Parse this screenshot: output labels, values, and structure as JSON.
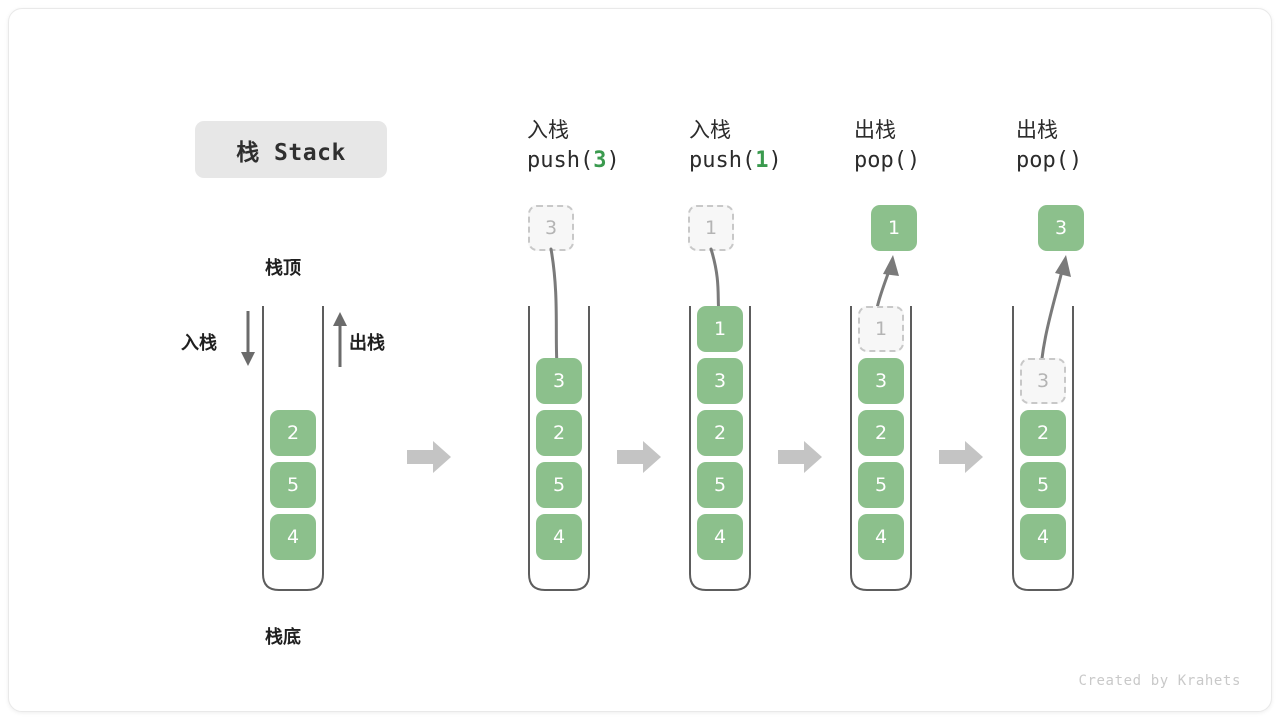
{
  "title_chip": {
    "text": "栈 Stack"
  },
  "legend": {
    "top_label": "栈顶",
    "bottom_label": "栈底",
    "push_label": "入栈",
    "pop_label": "出栈"
  },
  "colors": {
    "cell_fill": "#8cc08c",
    "cell_text": "#ffffff",
    "ghost_fill": "#f7f7f7",
    "ghost_border": "#c8c8c8",
    "ghost_text": "#b4b4b4",
    "accent_green": "#3a9a4e",
    "arrow_gray": "#c4c4c4",
    "line_gray": "#808080",
    "chip_bg": "#e7e7e7"
  },
  "columns": [
    {
      "id": "initial",
      "header_cn": "",
      "header_code": "",
      "header_code_pre": "",
      "header_code_arg": "",
      "header_code_post": "",
      "floating_cell": null,
      "cells": [
        {
          "value": "",
          "state": "empty"
        },
        {
          "value": "",
          "state": "empty"
        },
        {
          "value": "2",
          "state": "solid"
        },
        {
          "value": "5",
          "state": "solid"
        },
        {
          "value": "4",
          "state": "solid"
        }
      ]
    },
    {
      "id": "push-3",
      "header_cn": "入栈",
      "header_code_pre": "push(",
      "header_code_arg": "3",
      "header_code_post": ")",
      "floating_cell": {
        "value": "3",
        "state": "ghost"
      },
      "cells": [
        {
          "value": "",
          "state": "empty"
        },
        {
          "value": "3",
          "state": "solid"
        },
        {
          "value": "2",
          "state": "solid"
        },
        {
          "value": "5",
          "state": "solid"
        },
        {
          "value": "4",
          "state": "solid"
        }
      ]
    },
    {
      "id": "push-1",
      "header_cn": "入栈",
      "header_code_pre": "push(",
      "header_code_arg": "1",
      "header_code_post": ")",
      "floating_cell": {
        "value": "1",
        "state": "ghost"
      },
      "cells": [
        {
          "value": "1",
          "state": "solid"
        },
        {
          "value": "3",
          "state": "solid"
        },
        {
          "value": "2",
          "state": "solid"
        },
        {
          "value": "5",
          "state": "solid"
        },
        {
          "value": "4",
          "state": "solid"
        }
      ]
    },
    {
      "id": "pop-1",
      "header_cn": "出栈",
      "header_code_pre": "pop(",
      "header_code_arg": "",
      "header_code_post": ")",
      "floating_cell": {
        "value": "1",
        "state": "solid"
      },
      "cells": [
        {
          "value": "1",
          "state": "ghost"
        },
        {
          "value": "3",
          "state": "solid"
        },
        {
          "value": "2",
          "state": "solid"
        },
        {
          "value": "5",
          "state": "solid"
        },
        {
          "value": "4",
          "state": "solid"
        }
      ]
    },
    {
      "id": "pop-3",
      "header_cn": "出栈",
      "header_code_pre": "pop(",
      "header_code_arg": "",
      "header_code_post": ")",
      "floating_cell": {
        "value": "3",
        "state": "solid"
      },
      "cells": [
        {
          "value": "",
          "state": "empty"
        },
        {
          "value": "3",
          "state": "ghost"
        },
        {
          "value": "2",
          "state": "solid"
        },
        {
          "value": "5",
          "state": "solid"
        },
        {
          "value": "4",
          "state": "solid"
        }
      ]
    }
  ],
  "footer": {
    "credit": "Created by Krahets"
  }
}
